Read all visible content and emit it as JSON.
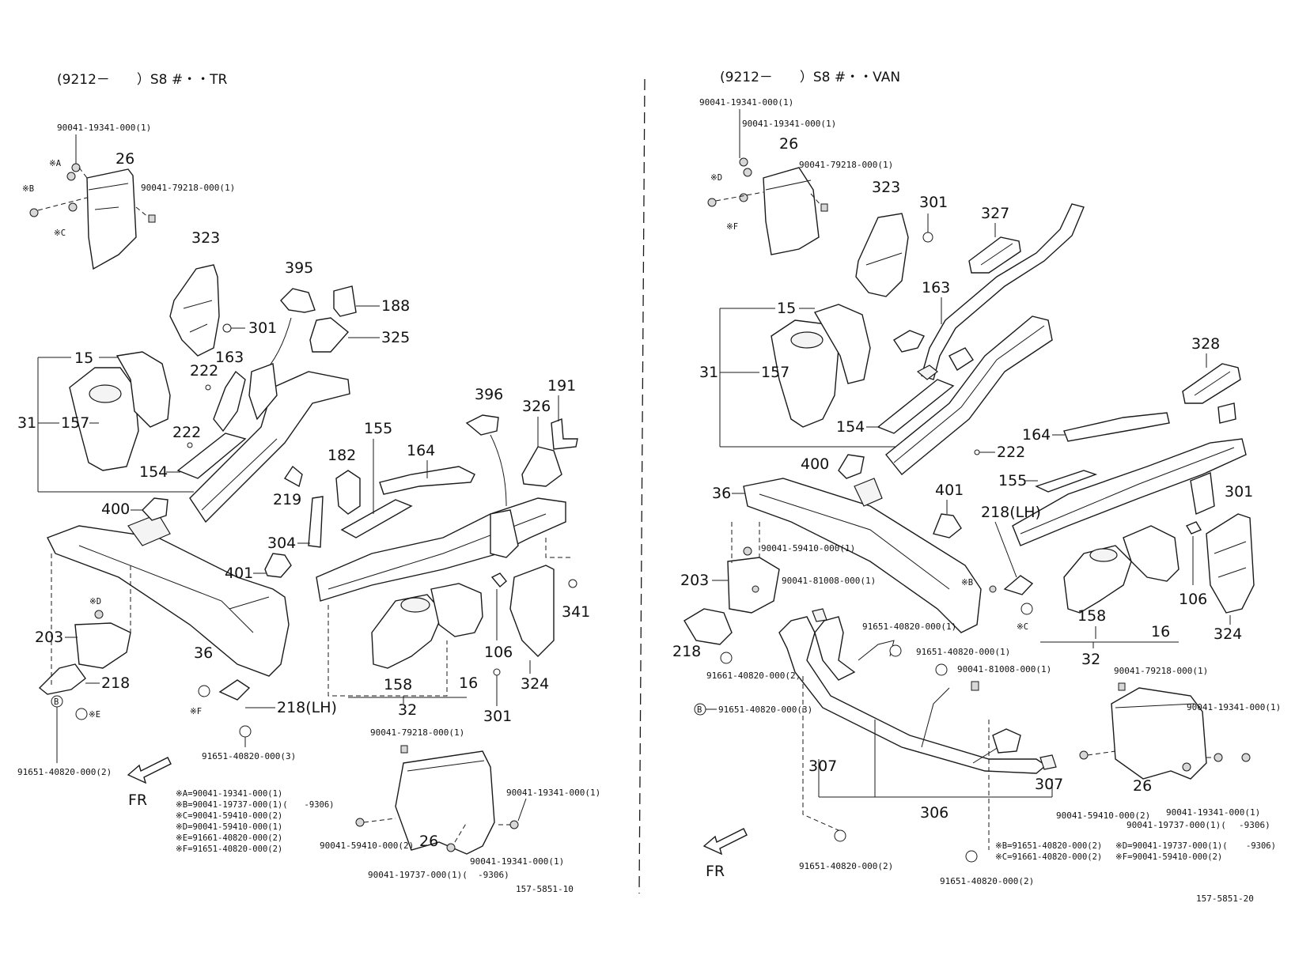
{
  "left": {
    "header": "(9212－　　）S8 #・・TR",
    "labels": {
      "p26": "26",
      "p323": "323",
      "p395": "395",
      "p188": "188",
      "p325": "325",
      "p301a": "301",
      "p163": "163",
      "p222a": "222",
      "p222b": "222",
      "p15": "15",
      "p31": "31",
      "p157": "157",
      "p154": "154",
      "p396": "396",
      "p191": "191",
      "p326": "326",
      "p155": "155",
      "p164": "164",
      "p182": "182",
      "p219": "219",
      "p400": "400",
      "p304": "304",
      "p401": "401",
      "p341": "341",
      "p106": "106",
      "p203": "203",
      "p218": "218",
      "p36": "36",
      "p218lh": "218(LH)",
      "p158": "158",
      "p16": "16",
      "p324": "324",
      "p32": "32",
      "p301b": "301",
      "p26b": "26",
      "circB": "B",
      "mA": "※A",
      "mB": "※B",
      "mC": "※C",
      "mD": "※D",
      "mE": "※E",
      "mF": "※F",
      "fr": "FR"
    },
    "partnos": {
      "n1": "90041-19341-000(1)",
      "n2": "90041-79218-000(1)",
      "n3": "91651-40820-000(2)",
      "n4": "91651-40820-000(3)",
      "n5": "90041-79218-000(1)",
      "n6": "90041-19341-000(1)",
      "n7": "90041-59410-000(2)",
      "n8": "90041-19341-000(1)",
      "n9": "90041-19737-000(1)(",
      "n10": "-9306)"
    },
    "notes": [
      "※A=90041-19341-000(1)",
      "※B=90041-19737-000(1)(　　-9306)",
      "※C=90041-59410-000(2)",
      "※D=90041-59410-000(1)",
      "※E=91661-40820-000(2)",
      "※F=91651-40820-000(2)"
    ],
    "code": "157-5851-10"
  },
  "right": {
    "header": "(9212－　　）S8 #・・VAN",
    "labels": {
      "p26": "26",
      "p323": "323",
      "p301a": "301",
      "p327": "327",
      "p163": "163",
      "p15": "15",
      "p31": "31",
      "p157": "157",
      "p328": "328",
      "p154": "154",
      "p164": "164",
      "p222": "222",
      "p400": "400",
      "p155": "155",
      "p36": "36",
      "p401": "401",
      "p218lh": "218(LH)",
      "p301b": "301",
      "p203": "203",
      "p106": "106",
      "p158": "158",
      "p16": "16",
      "p324": "324",
      "p218": "218",
      "p32": "32",
      "p307a": "307",
      "p307b": "307",
      "p306": "306",
      "p26b": "26",
      "circB": "B",
      "mB": "※B",
      "mC": "※C",
      "mD": "※D",
      "mF": "※F",
      "fr": "FR"
    },
    "partnos": {
      "n1": "90041-19341-000(1)",
      "n2": "90041-19341-000(1)",
      "n3": "90041-79218-000(1)",
      "n4": "90041-59410-000(1)",
      "n5": "90041-81008-000(1)",
      "n6": "91651-40820-000(1)",
      "n7": "91651-40820-000(1)",
      "n8": "90041-81008-000(1)",
      "n9": "91661-40820-000(2)",
      "n10": "91651-40820-000(3)",
      "n11": "90041-79218-000(1)",
      "n12": "90041-19341-000(1)",
      "n13": "90041-59410-000(2)",
      "n14": "90041-19341-000(1)",
      "n15": "90041-19737-000(1)(",
      "n16": "-9306)",
      "n17": "91651-40820-000(2)",
      "n18": "91651-40820-000(2)"
    },
    "notes": [
      "※B=91651-40820-000(2)",
      "※C=91661-40820-000(2)",
      "※D=90041-19737-000(1)(",
      "-9306)",
      "※F=90041-59410-000(2)"
    ],
    "code": "157-5851-20"
  }
}
